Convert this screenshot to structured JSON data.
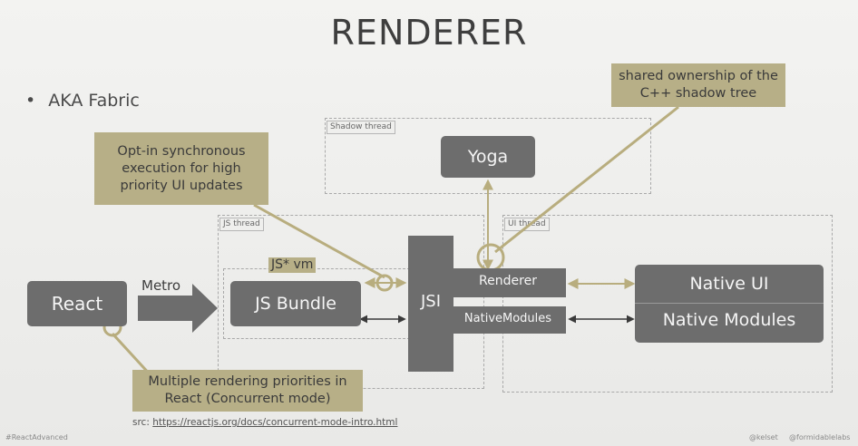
{
  "title": "RENDERER",
  "bullet": "AKA Fabric",
  "regions": {
    "shadow_thread": "Shadow thread",
    "js_thread": "JS thread",
    "ui_thread": "UI thread",
    "js_vm": "JS* vm"
  },
  "boxes": {
    "react": "React",
    "metro": "Metro",
    "js_bundle": "JS Bundle",
    "jsi": "JSI",
    "yoga": "Yoga",
    "renderer": "Renderer",
    "native_modules_bar": "NativeModules",
    "native_ui": "Native UI",
    "native_modules": "Native Modules"
  },
  "notes": {
    "opt_in_line1": "Opt-in synchronous",
    "opt_in_line2": "execution for high",
    "opt_in_line3": "priority UI updates",
    "shared_line1": "shared ownership of the",
    "shared_line2": "C++ shadow tree",
    "multiple_line1": "Multiple rendering priorities in",
    "multiple_line2": "React (Concurrent mode)"
  },
  "source": {
    "prefix": "src:",
    "url": "https://reactjs.org/docs/concurrent-mode-intro.html"
  },
  "footer": {
    "left": "#ReactAdvanced",
    "right_1": "@kelset",
    "right_2": "@formidablelabs"
  },
  "colors": {
    "box": "#6d6d6d",
    "note": "#b7af87",
    "accent": "#b8ad7e"
  }
}
